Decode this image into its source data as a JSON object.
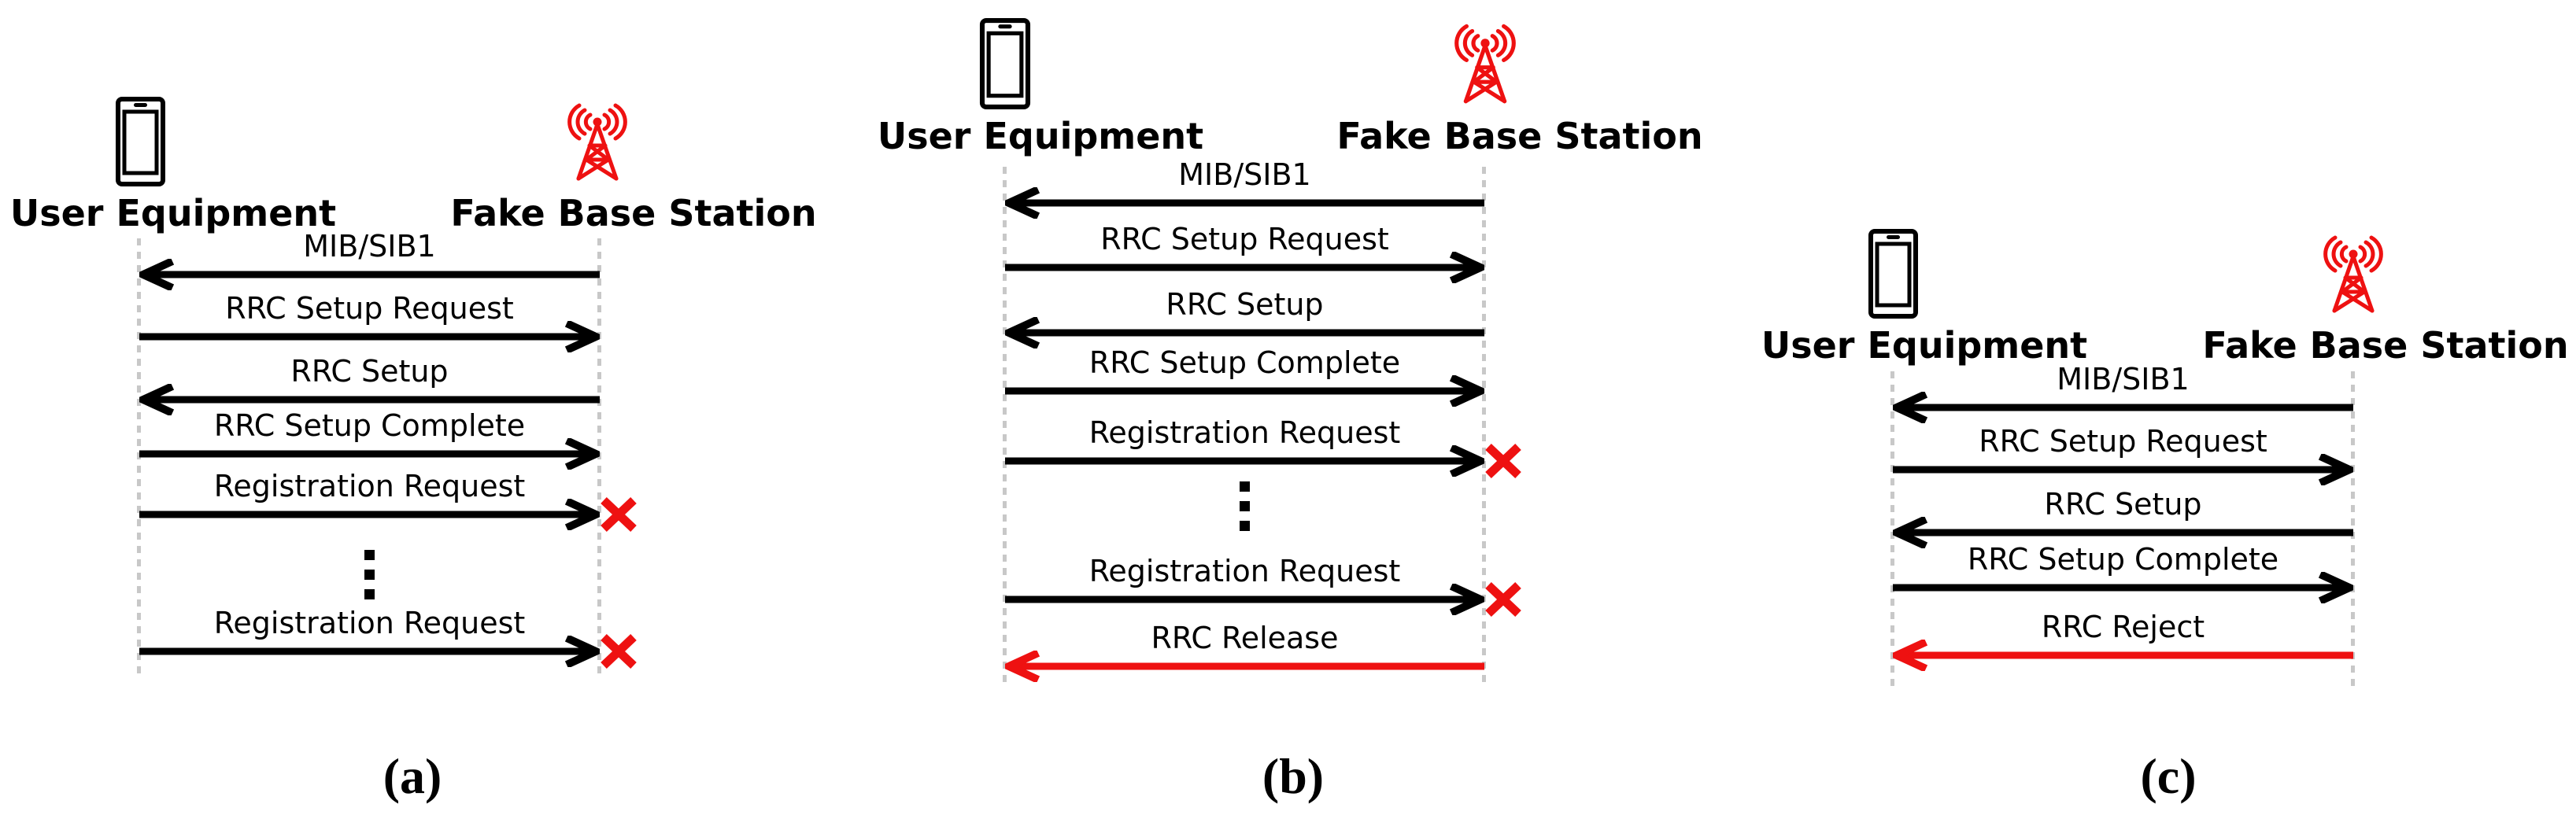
{
  "figure": {
    "colors": {
      "black": "#000000",
      "red": "#ee1111",
      "lifeline_gray": "#c8c8c8",
      "background": "#ffffff"
    },
    "panels": [
      {
        "id": "a",
        "caption": "(a)",
        "ue_label": "User Equipment",
        "fbs_label": "Fake Base Station",
        "ue_icon": "smartphone-icon",
        "fbs_icon": "radio-tower-icon",
        "messages": [
          {
            "label": "MIB/SIB1",
            "dir": "left",
            "red": false,
            "blocked": false
          },
          {
            "label": "RRC Setup Request",
            "dir": "right",
            "red": false,
            "blocked": false
          },
          {
            "label": "RRC Setup",
            "dir": "left",
            "red": false,
            "blocked": false
          },
          {
            "label": "RRC Setup Complete",
            "dir": "right",
            "red": false,
            "blocked": false
          },
          {
            "label": "Registration Request",
            "dir": "right",
            "red": false,
            "blocked": true
          },
          {
            "ellipsis": true
          },
          {
            "label": "Registration Request",
            "dir": "right",
            "red": false,
            "blocked": true
          }
        ]
      },
      {
        "id": "b",
        "caption": "(b)",
        "ue_label": "User Equipment",
        "fbs_label": "Fake Base Station",
        "ue_icon": "smartphone-icon",
        "fbs_icon": "radio-tower-icon",
        "messages": [
          {
            "label": "MIB/SIB1",
            "dir": "left",
            "red": false,
            "blocked": false
          },
          {
            "label": "RRC Setup Request",
            "dir": "right",
            "red": false,
            "blocked": false
          },
          {
            "label": "RRC Setup",
            "dir": "left",
            "red": false,
            "blocked": false
          },
          {
            "label": "RRC Setup Complete",
            "dir": "right",
            "red": false,
            "blocked": false
          },
          {
            "label": "Registration Request",
            "dir": "right",
            "red": false,
            "blocked": true
          },
          {
            "ellipsis": true
          },
          {
            "label": "Registration Request",
            "dir": "right",
            "red": false,
            "blocked": true
          },
          {
            "label": "RRC Release",
            "dir": "left",
            "red": true,
            "blocked": false
          }
        ]
      },
      {
        "id": "c",
        "caption": "(c)",
        "ue_label": "User Equipment",
        "fbs_label": "Fake Base Station",
        "ue_icon": "smartphone-icon",
        "fbs_icon": "radio-tower-icon",
        "messages": [
          {
            "label": "MIB/SIB1",
            "dir": "left",
            "red": false,
            "blocked": false
          },
          {
            "label": "RRC Setup Request",
            "dir": "right",
            "red": false,
            "blocked": false
          },
          {
            "label": "RRC Setup",
            "dir": "left",
            "red": false,
            "blocked": false
          },
          {
            "label": "RRC Setup Complete",
            "dir": "right",
            "red": false,
            "blocked": false
          },
          {
            "label": "RRC Reject",
            "dir": "left",
            "red": true,
            "blocked": false
          }
        ]
      }
    ]
  }
}
